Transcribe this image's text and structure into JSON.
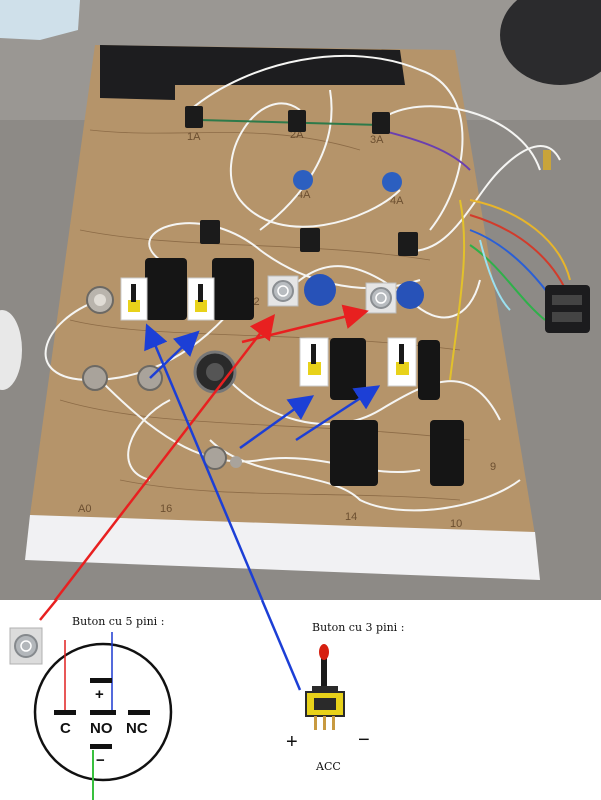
{
  "board": {
    "labels": [
      "1A",
      "2A",
      "3A",
      "4A",
      "4A",
      "1A2",
      "A0",
      "16",
      "14",
      "10",
      "9"
    ]
  },
  "diagram": {
    "five_pin_title": "Buton cu 5 pini :",
    "three_pin_title": "Buton cu 3 pini :",
    "pins": {
      "c": "C",
      "no": "NO",
      "nc": "NC",
      "plus": "+",
      "minus": "−"
    },
    "toggle_plus": "+",
    "toggle_minus": "−",
    "acc_label": "ACC"
  },
  "colors": {
    "board": "#b59469",
    "table": "#8f8c88",
    "arrow_red": "#e82020",
    "arrow_blue": "#1c3fd6",
    "wire_white": "#f4f4f2",
    "wire_green": "#39c03e",
    "toggle_yellow": "#e8d21a",
    "toggle_red": "#d62010"
  },
  "icons": [
    "led-push-button-icon",
    "toggle-switch-icon",
    "rocker-switch-icon",
    "relay-module-icon"
  ]
}
